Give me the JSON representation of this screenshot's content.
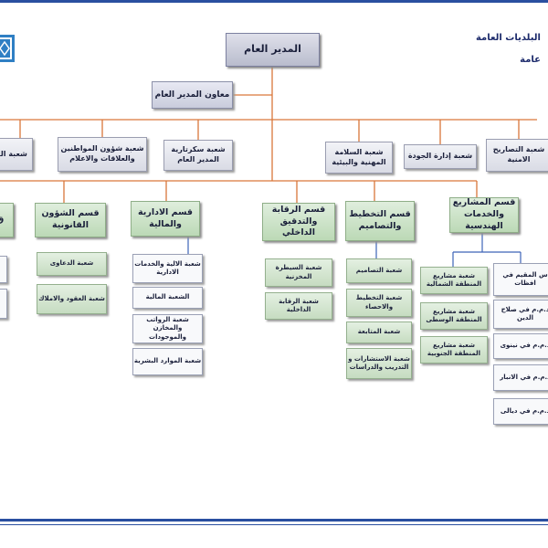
{
  "header": {
    "line1": "البلديات العامة",
    "line2": "عامة"
  },
  "colors": {
    "connector_orange": "#d9773a",
    "connector_blue": "#3d63b8",
    "frame_blue": "#2a4fa0"
  },
  "icons": [
    "logo-icon"
  ],
  "director_general": "المدير العام",
  "assistant_director": "معاون المدير العام",
  "sections_row1": {
    "edge_left": "شعبة الد",
    "citizens_affairs": "شعبة شؤون المواطنين والعلاقات والاعلام",
    "dg_secretariat": "شعبة سكرتارية المدير العام",
    "safety": "شعبة السلامة المهنية والبيئية",
    "quality": "شعبة إدارة الجودة",
    "security_permits": "شعبة التصاريح الامنية"
  },
  "departments": {
    "edge_left": "ق",
    "legal": {
      "title": "قسم الشؤون القانونية",
      "units": [
        "شعبة الدعاوى",
        "شعبة العقود والاملاك"
      ]
    },
    "admin_finance": {
      "title": "قسم الادارية والمالية",
      "units": [
        "شعبة الالية والخدمات الادارية",
        "الشعبة المالية",
        "شعبة الرواتب والمخازن والموجودات",
        "شعبة الموارد البشرية"
      ]
    },
    "audit": {
      "title": "قسم الرقابة والتدقيق الداخلي",
      "units": [
        "شعبة السيطرة المخزنية",
        "شعبة الرقابة الداخلية"
      ]
    },
    "planning": {
      "title": "قسم التخطيط والتصاميم",
      "units": [
        "شعبة التصاميم",
        "شعبة التخطيط والاحصاء",
        "شعبة المتابعة",
        "شعبة الاستشارات و التدريب والدراسات"
      ]
    },
    "projects": {
      "title": "قسم المشاريع والخدمات الهندسية",
      "region_units": [
        "شعبة مشاريع المنطقة الشمالية",
        "شعبة مشاريع المنطقة الوسطى",
        "شعبة مشاريع المنطقة الجنوبية"
      ],
      "resident_title": "س المقيم في افظات",
      "resident_units": [
        "د.م.م في صلاح الدين",
        "د.م.م في نينوى",
        "د.م.م في الانبار",
        "د.م.م في ديالى"
      ]
    }
  }
}
